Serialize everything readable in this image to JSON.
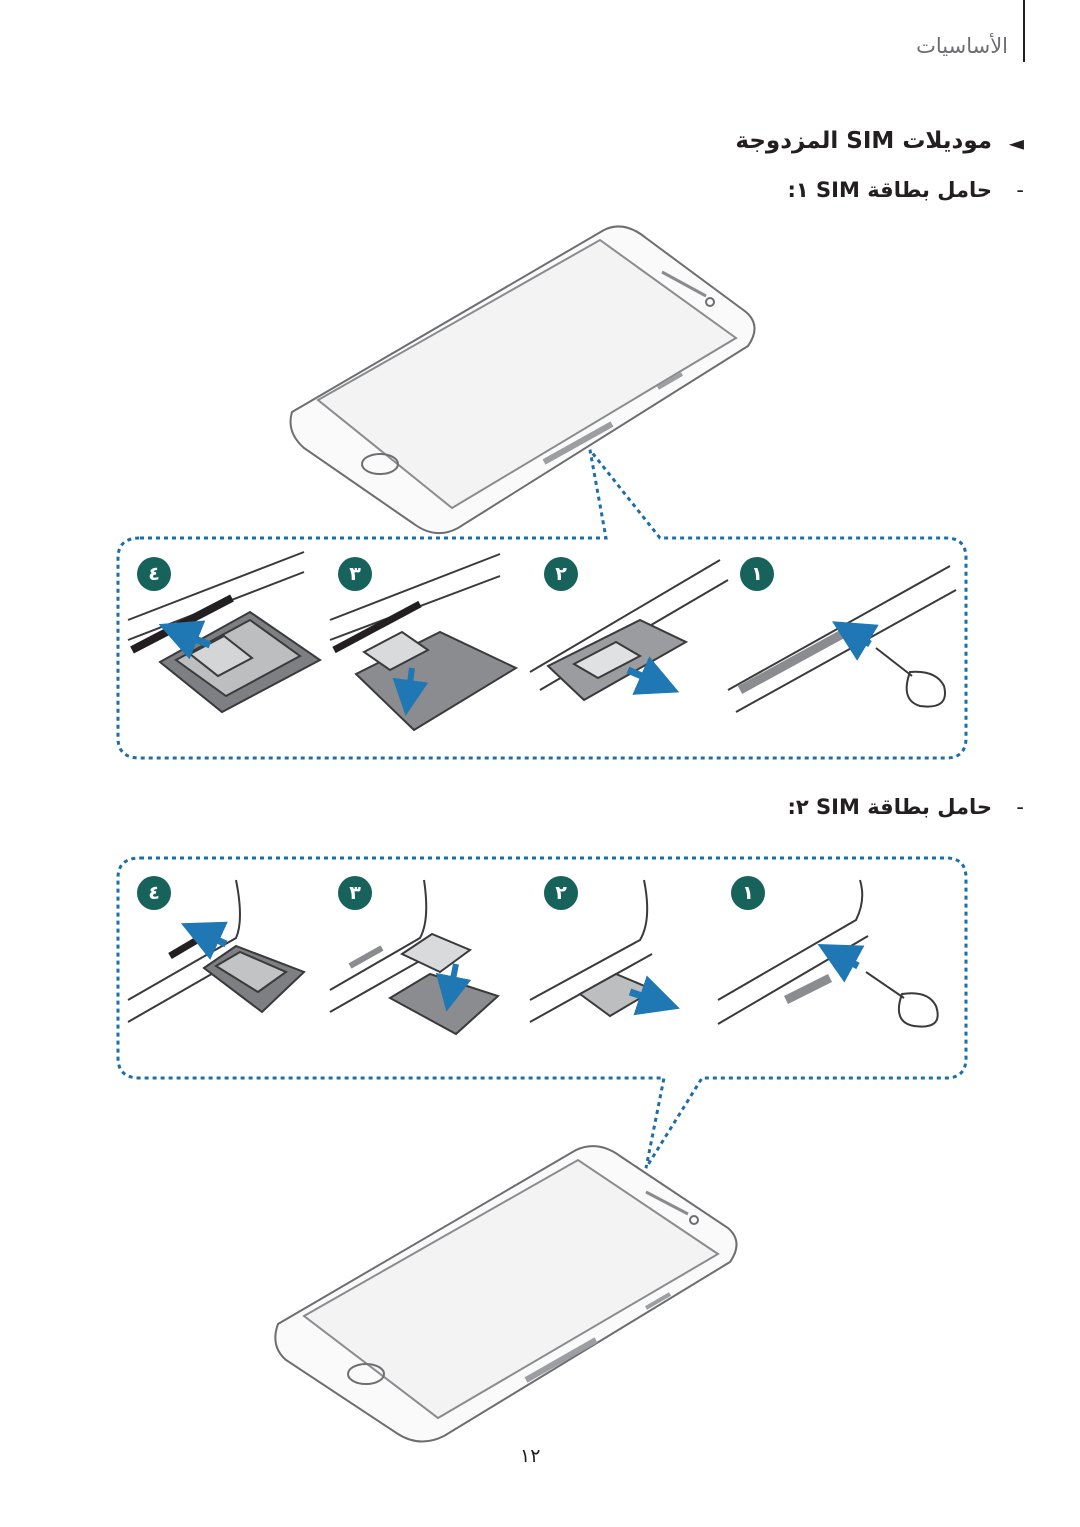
{
  "header": {
    "chapter_title": "الأساسيات"
  },
  "section": {
    "heading": "موديلات SIM المزدوجة",
    "heading_marker": "◄",
    "sub1": "حامل بطاقة SIM ١:",
    "sub2": "حامل بطاقة SIM ٢:",
    "dash": "-"
  },
  "steps_row1": [
    "١",
    "٢",
    "٣",
    "٤"
  ],
  "steps_row2": [
    "١",
    "٢",
    "٣",
    "٤"
  ],
  "footer": {
    "page_number": "١٢"
  },
  "colors": {
    "accent_blue": "#1f77b4",
    "badge_green": "#17625b",
    "dotted_frame": "#1b6ea8"
  }
}
